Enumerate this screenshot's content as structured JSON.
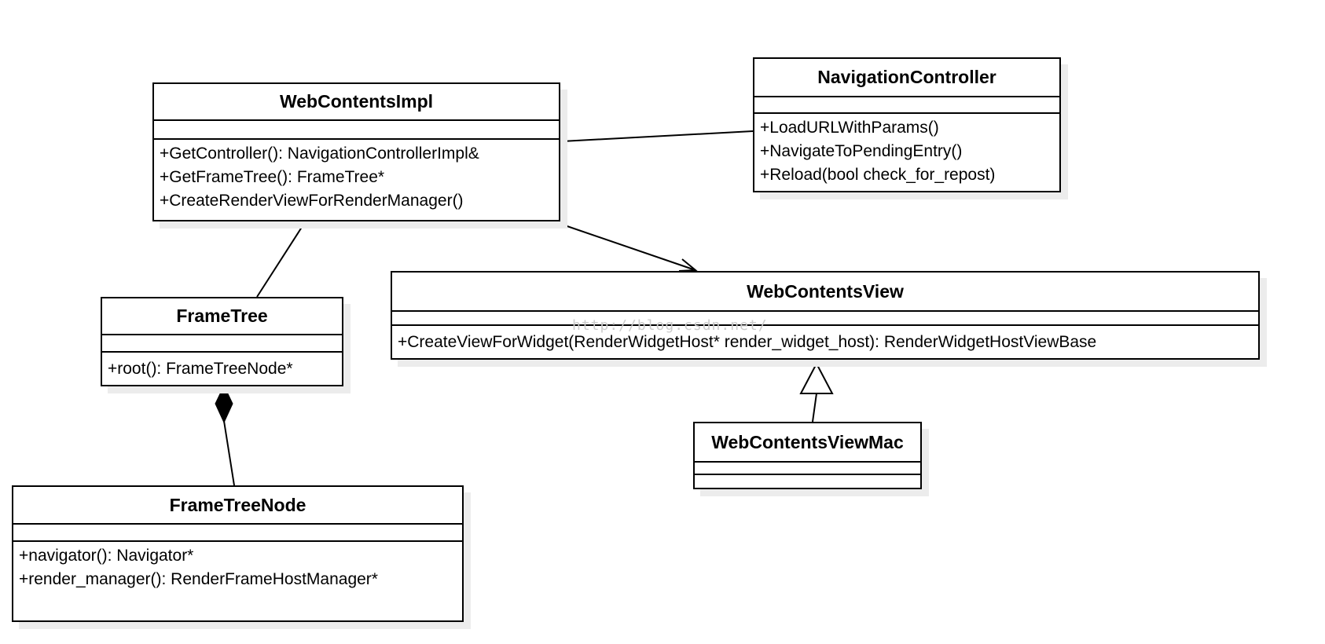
{
  "diagram": {
    "watermark": "http://blog.csdn.net/",
    "classes": [
      {
        "name": "WebContentsImpl",
        "attributes": [],
        "methods": [
          "+GetController(): NavigationControllerImpl&",
          "+GetFrameTree(): FrameTree*",
          "+CreateRenderViewForRenderManager()"
        ]
      },
      {
        "name": "NavigationController",
        "attributes": [],
        "methods": [
          "+LoadURLWithParams()",
          "+NavigateToPendingEntry()",
          "+Reload(bool check_for_repost)"
        ]
      },
      {
        "name": "FrameTree",
        "attributes": [],
        "methods": [
          "+root(): FrameTreeNode*"
        ]
      },
      {
        "name": "WebContentsView",
        "attributes": [],
        "methods": [
          "+CreateViewForWidget(RenderWidgetHost* render_widget_host): RenderWidgetHostViewBase"
        ]
      },
      {
        "name": "WebContentsViewMac",
        "attributes": [],
        "methods": []
      },
      {
        "name": "FrameTreeNode",
        "attributes": [],
        "methods": [
          "+navigator(): Navigator*",
          "+render_manager(): RenderFrameHostManager*"
        ]
      }
    ],
    "relationships": [
      {
        "from": "WebContentsImpl",
        "to": "NavigationController",
        "type": "association"
      },
      {
        "from": "WebContentsImpl",
        "to": "FrameTree",
        "type": "association"
      },
      {
        "from": "WebContentsImpl",
        "to": "WebContentsView",
        "type": "directed-association"
      },
      {
        "from": "FrameTree",
        "to": "FrameTreeNode",
        "type": "composition"
      },
      {
        "from": "WebContentsViewMac",
        "to": "WebContentsView",
        "type": "generalization"
      }
    ]
  },
  "colors": {
    "line": "#000000",
    "box_background": "#ffffff",
    "shadow": "#ececec",
    "watermark": "#cccccc"
  }
}
